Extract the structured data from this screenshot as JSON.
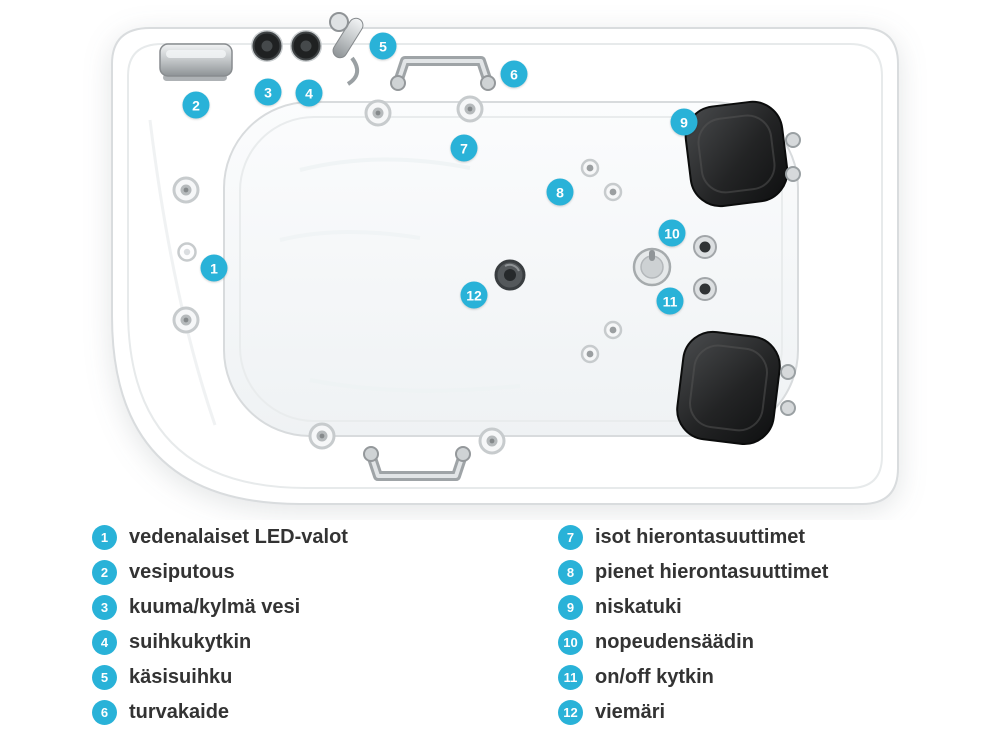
{
  "colors": {
    "accent": "#29b2d8",
    "text": "#333333"
  },
  "diagram": {
    "markers": [
      {
        "label": "1"
      },
      {
        "label": "2"
      },
      {
        "label": "3"
      },
      {
        "label": "4"
      },
      {
        "label": "5"
      },
      {
        "label": "6"
      },
      {
        "label": "7"
      },
      {
        "label": "8"
      },
      {
        "label": "9"
      },
      {
        "label": "10"
      },
      {
        "label": "11"
      },
      {
        "label": "12"
      }
    ]
  },
  "legend": {
    "left": [
      {
        "num": "1",
        "label": "vedenalaiset LED-valot"
      },
      {
        "num": "2",
        "label": "vesiputous"
      },
      {
        "num": "3",
        "label": "kuuma/kylmä vesi"
      },
      {
        "num": "4",
        "label": "suihkukytkin"
      },
      {
        "num": "5",
        "label": "käsisuihku"
      },
      {
        "num": "6",
        "label": "turvakaide"
      }
    ],
    "right": [
      {
        "num": "7",
        "label": "isot hierontasuuttimet"
      },
      {
        "num": "8",
        "label": "pienet hierontasuuttimet"
      },
      {
        "num": "9",
        "label": "niskatuki"
      },
      {
        "num": "10",
        "label": "nopeudensäädin"
      },
      {
        "num": "11",
        "label": "on/off kytkin"
      },
      {
        "num": "12",
        "label": "viemäri"
      }
    ]
  }
}
